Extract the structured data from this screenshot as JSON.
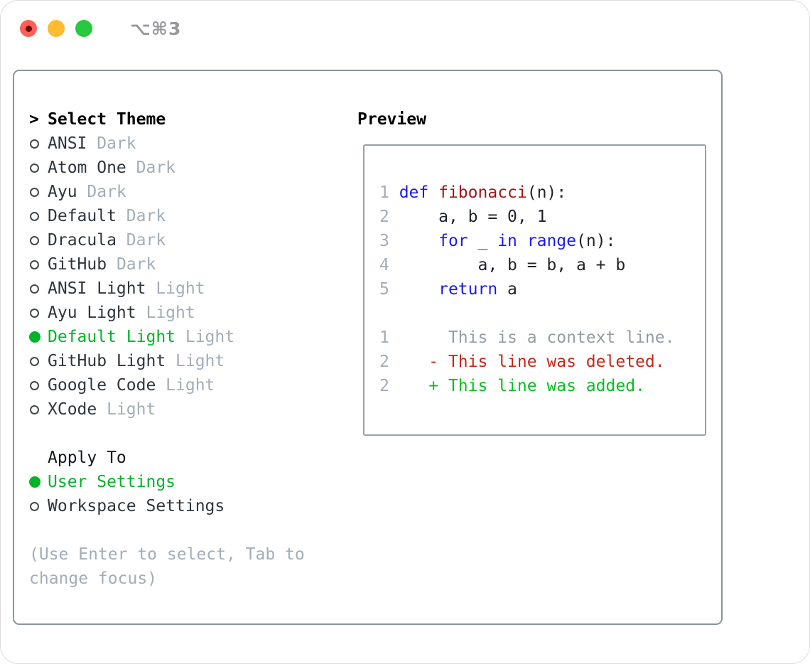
{
  "window": {
    "title": "⌥⌘3"
  },
  "colors": {
    "traffic_red": "#ff5f57",
    "traffic_yellow": "#febc2e",
    "traffic_green": "#28c840",
    "title_gray": "#97979c",
    "panel_border": "#8a929c",
    "box_border": "#98a0a8",
    "accent_green": "#00b327",
    "keyword_blue": "#1a1aee",
    "function_red": "#a31515",
    "diff_deleted": "#cb2617",
    "diff_added": "#00c21c",
    "muted_gray": "#a3adb8",
    "context_gray": "#939ca6",
    "text_dark": "#2e353c"
  },
  "theme_selector": {
    "prompt": ">",
    "title": "Select Theme",
    "items": [
      {
        "name": "ANSI",
        "variant": "Dark",
        "selected": false
      },
      {
        "name": "Atom One",
        "variant": "Dark",
        "selected": false
      },
      {
        "name": "Ayu",
        "variant": "Dark",
        "selected": false
      },
      {
        "name": "Default",
        "variant": "Dark",
        "selected": false
      },
      {
        "name": "Dracula",
        "variant": "Dark",
        "selected": false
      },
      {
        "name": "GitHub",
        "variant": "Dark",
        "selected": false
      },
      {
        "name": "ANSI Light",
        "variant": "Light",
        "selected": false
      },
      {
        "name": "Ayu Light",
        "variant": "Light",
        "selected": false
      },
      {
        "name": "Default Light",
        "variant": "Light",
        "selected": true
      },
      {
        "name": "GitHub Light",
        "variant": "Light",
        "selected": false
      },
      {
        "name": "Google Code",
        "variant": "Light",
        "selected": false
      },
      {
        "name": "XCode",
        "variant": "Light",
        "selected": false
      }
    ],
    "apply_to": {
      "title": "Apply To",
      "options": [
        {
          "label": "User Settings",
          "selected": true
        },
        {
          "label": "Workspace Settings",
          "selected": false
        }
      ]
    },
    "hint": "(Use Enter to select, Tab to change focus)"
  },
  "preview": {
    "title": "Preview",
    "lines": [
      {
        "tokens": [
          [
            "ln",
            "1 "
          ],
          [
            "kw",
            "def"
          ],
          [
            "pl",
            " "
          ],
          [
            "fn",
            "fibonacci"
          ],
          [
            "pl",
            "(n):"
          ]
        ]
      },
      {
        "tokens": [
          [
            "ln",
            "2 "
          ],
          [
            "pl",
            "    a, b = 0, 1"
          ]
        ]
      },
      {
        "tokens": [
          [
            "ln",
            "3 "
          ],
          [
            "pl",
            "    "
          ],
          [
            "kw",
            "for"
          ],
          [
            "pl",
            " _ "
          ],
          [
            "kw",
            "in"
          ],
          [
            "pl",
            " "
          ],
          [
            "kw",
            "range"
          ],
          [
            "pl",
            "(n):"
          ]
        ]
      },
      {
        "tokens": [
          [
            "ln",
            "4 "
          ],
          [
            "pl",
            "        a, b = b, a + b"
          ]
        ]
      },
      {
        "tokens": [
          [
            "ln",
            "5 "
          ],
          [
            "pl",
            "    "
          ],
          [
            "kw",
            "return"
          ],
          [
            "pl",
            " a"
          ]
        ]
      },
      {
        "tokens": []
      },
      {
        "tokens": [
          [
            "ln",
            "1 "
          ],
          [
            "ctx",
            "     This is a context line."
          ]
        ]
      },
      {
        "tokens": [
          [
            "ln",
            "2 "
          ],
          [
            "del",
            "   - This line was deleted."
          ]
        ]
      },
      {
        "tokens": [
          [
            "ln",
            "2 "
          ],
          [
            "add",
            "   + This line was added."
          ]
        ]
      }
    ]
  }
}
